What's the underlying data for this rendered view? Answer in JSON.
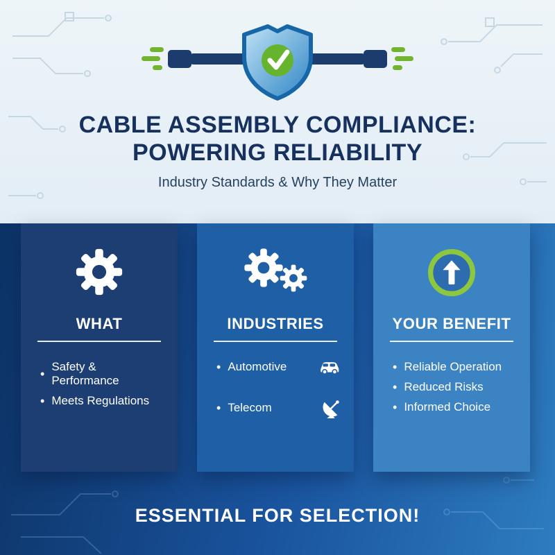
{
  "header": {
    "title_line1": "CABLE ASSEMBLY COMPLIANCE:",
    "title_line2": "POWERING RELIABILITY",
    "subtitle": "Industry Standards & Why They Matter",
    "hero_icon": "shield-check-with-cables-icon"
  },
  "cards": [
    {
      "icon": "gear-icon",
      "heading": "WHAT",
      "items": [
        {
          "label": "Safety & Performance"
        },
        {
          "label": "Meets Regulations"
        }
      ]
    },
    {
      "icon": "gears-icon",
      "heading": "INDUSTRIES",
      "items": [
        {
          "label": "Automotive",
          "icon": "car-icon"
        },
        {
          "label": "Telecom",
          "icon": "satellite-dish-icon"
        }
      ]
    },
    {
      "icon": "arrow-up-circle-icon",
      "heading": "YOUR BENEFIT",
      "items": [
        {
          "label": "Reliable Operation"
        },
        {
          "label": "Reduced Risks"
        },
        {
          "label": "Informed Choice"
        }
      ]
    }
  ],
  "footer": {
    "banner": "ESSENTIAL FOR SELECTION!"
  },
  "colors": {
    "accent_green": "#72b42c",
    "shield_blue": "#2f85c5",
    "cable_navy": "#1c3c6d",
    "card_what_bg": "#1d3e72",
    "card_industries_bg": "#1e5fa5",
    "card_benefit_bg": "#3c83c4",
    "title_text": "#17315f",
    "section_bg_dark": "#0d3366",
    "section_bg_light": "#2e7cc0"
  }
}
